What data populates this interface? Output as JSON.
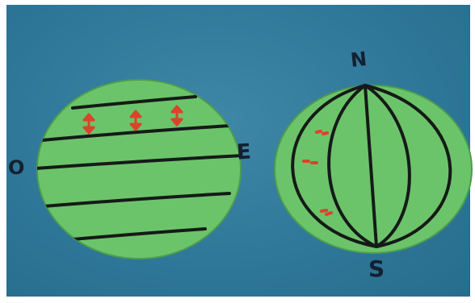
{
  "labels": {
    "west": "O",
    "east": "E",
    "north": "N",
    "south": "S"
  },
  "colors": {
    "background": "#2f7899",
    "globe_fill": "#6cc46a",
    "line": "#151a18",
    "arrow": "#d9442a"
  }
}
